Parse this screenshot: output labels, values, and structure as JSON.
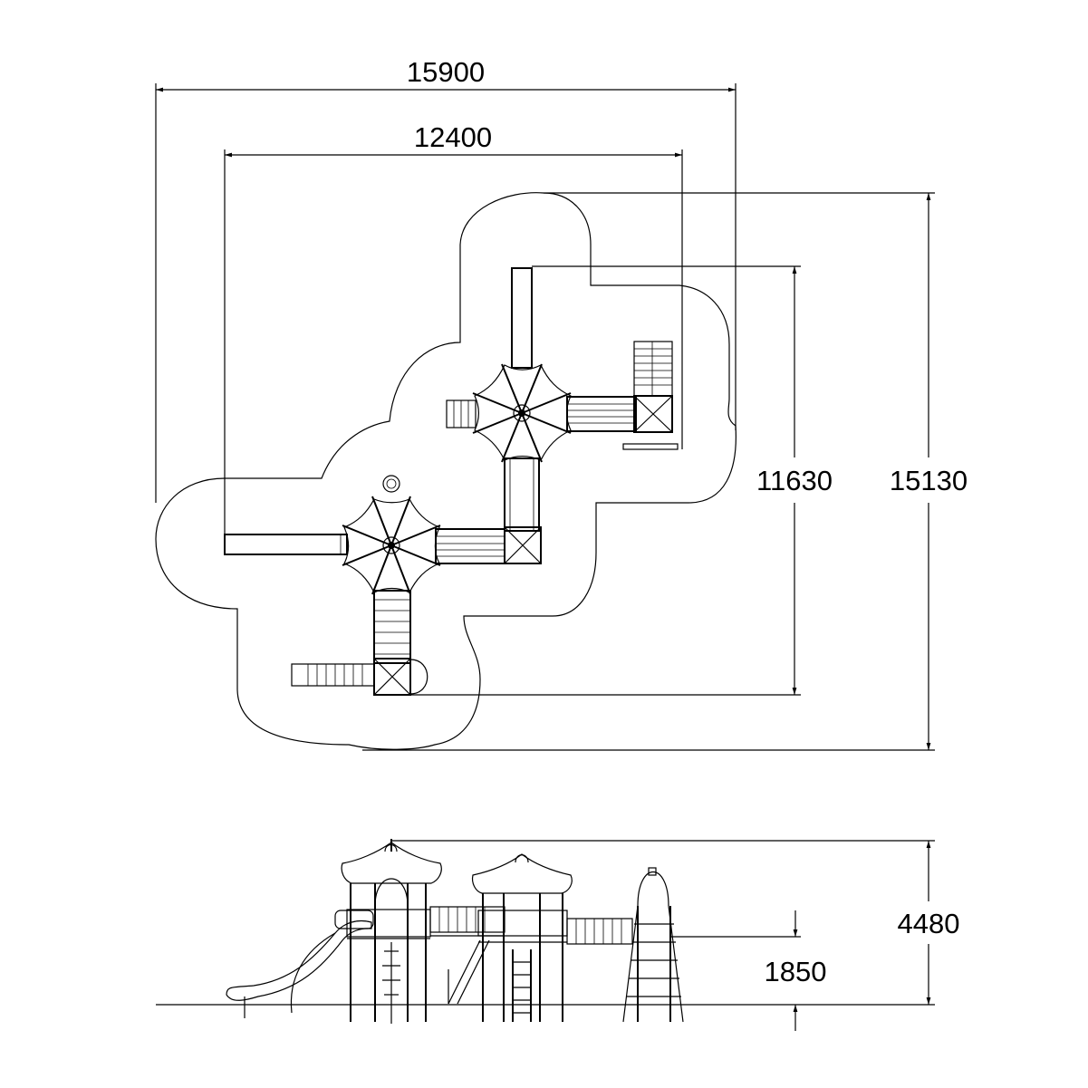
{
  "drawing": {
    "title": "Playground structure layout drawing",
    "plan_view": {
      "overall_width_mm": "15900",
      "structure_width_mm": "12400",
      "structure_depth_mm": "11630",
      "overall_depth_mm": "15130"
    },
    "elevation_view": {
      "overall_height_mm": "4480",
      "platform_height_mm": "1850"
    },
    "colors": {
      "line": "#000000",
      "background": "#ffffff"
    }
  }
}
